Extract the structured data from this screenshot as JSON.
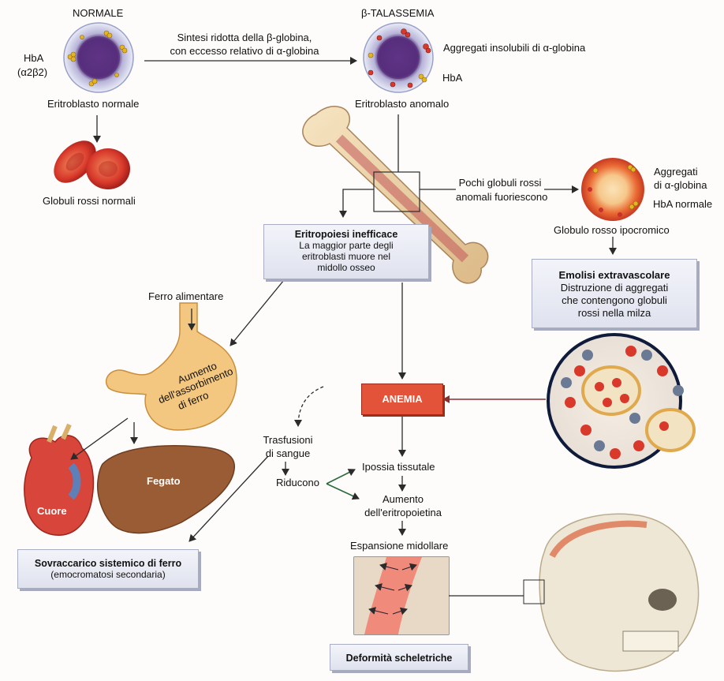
{
  "labels": {
    "normale": "NORMALE",
    "talassemia": "β-TALASSEMIA",
    "hba_left": "HbA",
    "hba_formula": "(α2β2)",
    "eritroblasto_normale": "Eritroblasto normale",
    "sintesi_1": "Sintesi ridotta della β-globina,",
    "sintesi_2": "con eccesso relativo di α-globina",
    "aggregati_insolubili": "Aggregati insolubili di α-globina",
    "hba_right": "HbA",
    "eritroblasto_anomalo": "Eritroblasto anomalo",
    "globuli_rossi_normali": "Globuli rossi normali",
    "pochi_1": "Pochi globuli rossi",
    "pochi_2": "anomali fuoriescono",
    "aggregati_1": "Aggregati",
    "aggregati_2": "di α-globina",
    "hba_normale": "HbA normale",
    "globulo_ipocromico": "Globulo rosso ipocromico",
    "ferro_alimentare": "Ferro alimentare",
    "aumento_1": "Aumento",
    "aumento_2": "dell'assorbimento",
    "aumento_3": "di ferro",
    "cuore": "Cuore",
    "fegato": "Fegato",
    "anemia": "ANEMIA",
    "trasfusioni_1": "Trasfusioni",
    "trasfusioni_2": "di sangue",
    "riducono": "Riducono",
    "ipossia": "Ipossia tissutale",
    "epo_1": "Aumento",
    "epo_2": "dell'eritropoietina",
    "espansione": "Espansione midollare"
  },
  "boxes": {
    "eritropoiesi": {
      "title": "Eritropoiesi inefficace",
      "line1": "La maggior parte degli",
      "line2": "eritroblasti muore nel",
      "line3": "midollo osseo"
    },
    "emolisi": {
      "title": "Emolisi extravascolare",
      "line1": "Distruzione di aggregati",
      "line2": "che contengono globuli",
      "line3": "rossi nella milza"
    },
    "sovraccarico": {
      "title": "Sovraccarico sistemico di ferro",
      "line1": "(emocromatosi secondaria)"
    },
    "deformita": {
      "title": "Deformità scheletriche"
    }
  },
  "colors": {
    "arrow": "#2b2b2b",
    "arrow_red": "#8a2f2f",
    "box_fill": "#e4e6f1",
    "anemia_fill": "#e2533a",
    "red_cell": "#d8392b",
    "stomach": "#f3c77f",
    "liver": "#9a5c35",
    "bone": "#f0d8ad",
    "nucleus": "#55307a"
  }
}
